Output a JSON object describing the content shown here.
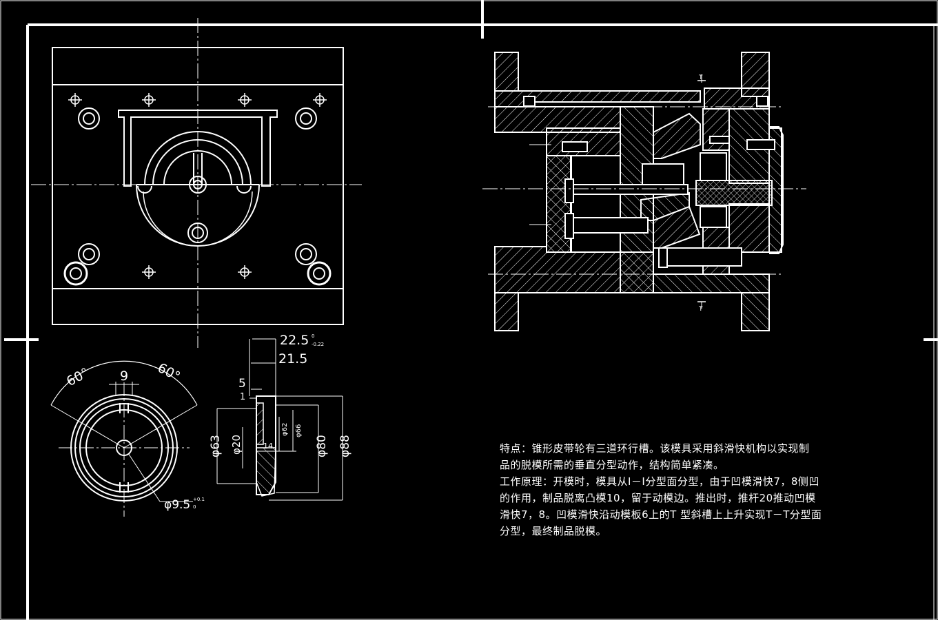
{
  "dimensions": {
    "angle_left": "60°",
    "angle_right": "60°",
    "width_9": "9",
    "bore": "φ9.5",
    "bore_tol_upper": "+0.1",
    "bore_tol_lower": "0",
    "total_len": "22.5",
    "total_len_tol_upper": "0",
    "total_len_tol_lower": "-0.22",
    "len_21_5": "21.5",
    "len_5": "5",
    "len_1": "1",
    "dia_63": "φ63",
    "dia_20": "φ20",
    "dia_14": "14",
    "dia_62": "φ62",
    "dia_66": "φ66",
    "dia_80": "φ80",
    "dia_88": "φ88"
  },
  "section_marks": {
    "top": "T",
    "bottom": "T"
  },
  "notes": {
    "line1": "特点：锥形皮带轮有三道环行槽。该模具采用斜滑快机构以实现制",
    "line2": "品的脱模所需的垂直分型动作，结构简单紧凑。",
    "line3": "工作原理：开模时，模具从I－I分型面分型，由于凹模滑快7，8侧凹",
    "line4": "的作用，制品脱离凸模10，留于动模边。推出时，推杆20推动凹模",
    "line5": "滑快7，8。凹模滑快沿动模板6上的T 型斜槽上上升实现T－T分型面",
    "line6": "分型，最终制品脱模。"
  }
}
